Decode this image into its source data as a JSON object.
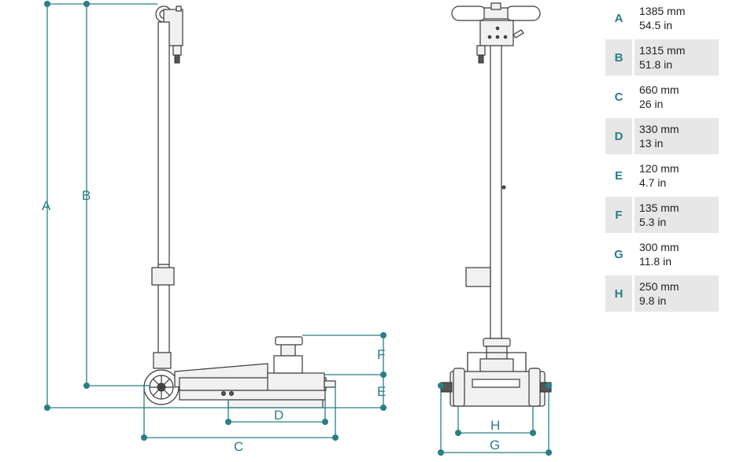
{
  "colors": {
    "dimension": "#2a7e86",
    "stroke": "#3a3a3a",
    "row_shade": "#e7e7e7"
  },
  "labels": {
    "A": "A",
    "B": "B",
    "C": "C",
    "D": "D",
    "E": "E",
    "F": "F",
    "G": "G",
    "H": "H"
  },
  "dimensions": [
    {
      "letter": "A",
      "metric": "1385 mm",
      "imperial": "54.5 in"
    },
    {
      "letter": "B",
      "metric": "1315 mm",
      "imperial": "51.8 in"
    },
    {
      "letter": "C",
      "metric": "660 mm",
      "imperial": "26 in"
    },
    {
      "letter": "D",
      "metric": "330 mm",
      "imperial": "13 in"
    },
    {
      "letter": "E",
      "metric": "120 mm",
      "imperial": "4.7 in"
    },
    {
      "letter": "F",
      "metric": "135 mm",
      "imperial": "5.3 in"
    },
    {
      "letter": "G",
      "metric": "300 mm",
      "imperial": "11.8 in"
    },
    {
      "letter": "H",
      "metric": "250 mm",
      "imperial": "9.8 in"
    }
  ]
}
